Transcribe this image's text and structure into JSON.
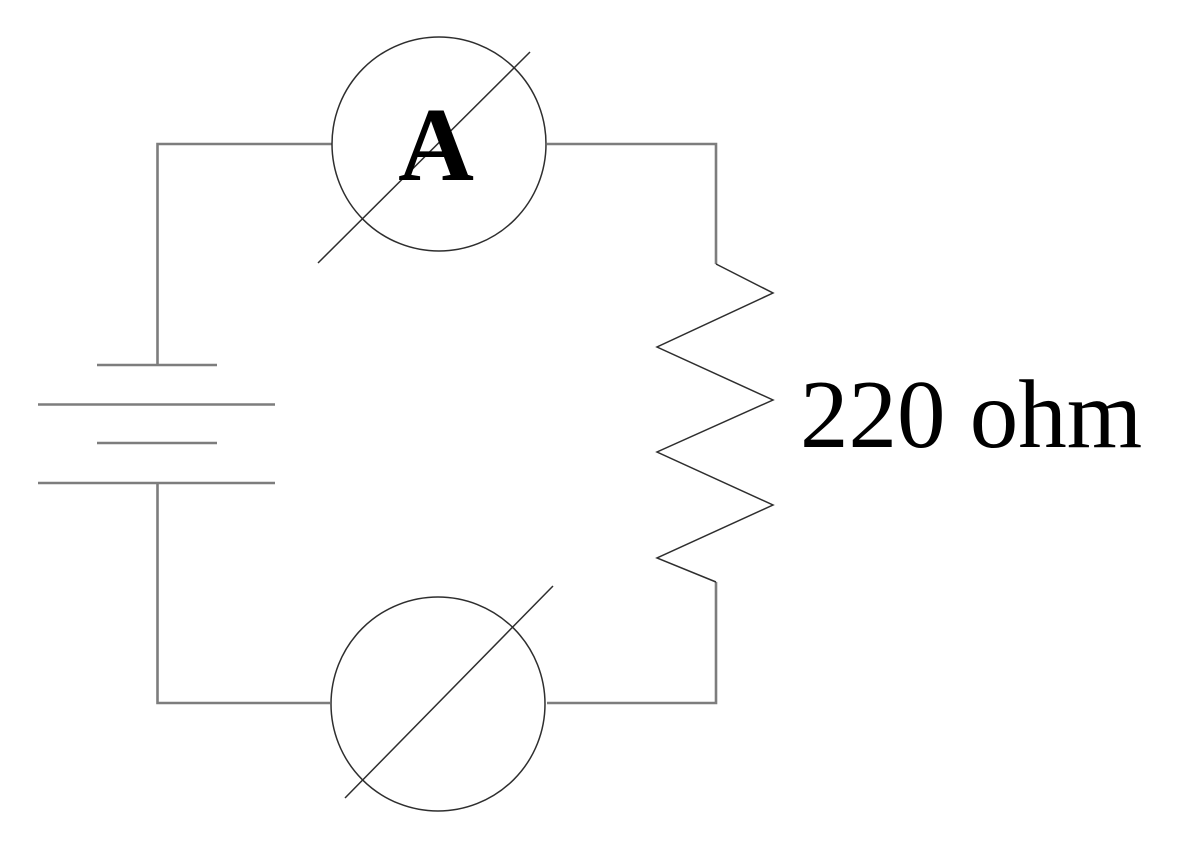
{
  "colors": {
    "background": "#ffffff",
    "wire": "#7d7d7d",
    "symbol": "#2e2e2e",
    "text": "#000000"
  },
  "circuit": {
    "ammeter": {
      "label": "A"
    },
    "resistor": {
      "label": "220 ohm",
      "value": "220",
      "unit": "ohm"
    },
    "battery": {
      "plate_count": 4
    }
  }
}
